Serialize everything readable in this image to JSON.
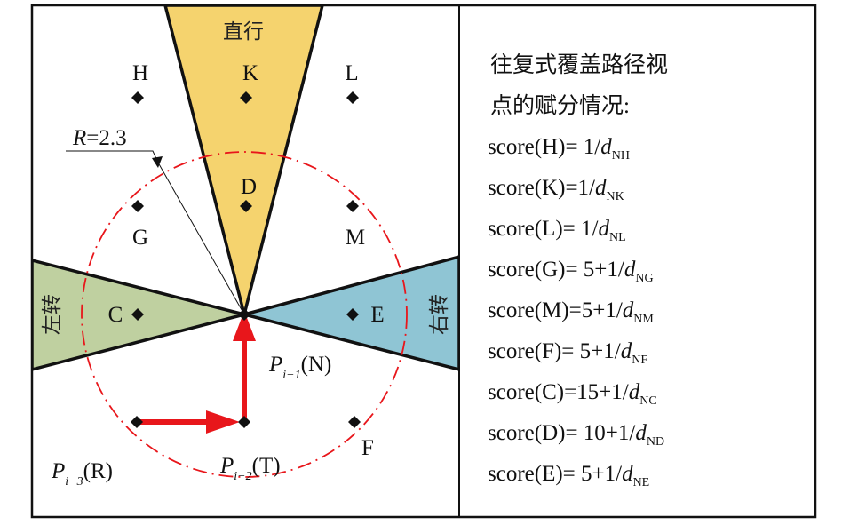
{
  "diagram": {
    "sectors": {
      "straight": {
        "label": "直行",
        "color": "#F5D36E"
      },
      "left": {
        "label": "左转",
        "color": "#BFD0A0"
      },
      "right": {
        "label": "右转",
        "color": "#8FC5D4"
      }
    },
    "radius_label": {
      "symbol": "R",
      "equals": "=2.3"
    },
    "points": [
      {
        "id": "H",
        "label": "H"
      },
      {
        "id": "K",
        "label": "K"
      },
      {
        "id": "L",
        "label": "L"
      },
      {
        "id": "D",
        "label": "D"
      },
      {
        "id": "G",
        "label": "G"
      },
      {
        "id": "M",
        "label": "M"
      },
      {
        "id": "C",
        "label": "C"
      },
      {
        "id": "E",
        "label": "E"
      },
      {
        "id": "F",
        "label": "F"
      }
    ],
    "path_points": {
      "current": {
        "symbol": "P",
        "sub": "i−1",
        "tag": "(N)"
      },
      "previous": {
        "symbol": "P",
        "sub": "i−2",
        "tag": "(T)"
      },
      "start": {
        "symbol": "P",
        "sub": "i−3",
        "tag": "(R)"
      }
    },
    "colors": {
      "arrow": "#E8161B",
      "circle": "#E8161B",
      "border": "#111111"
    }
  },
  "panel": {
    "title_line1": "往复式覆盖路径视",
    "title_line2": "点的赋分情况:",
    "scores": [
      {
        "prefix": "score(H)= 1/",
        "var": "d",
        "sub": "NH"
      },
      {
        "prefix": "score(K)=1/",
        "var": "d",
        "sub": "NK"
      },
      {
        "prefix": "score(L)= 1/",
        "var": "d",
        "sub": "NL"
      },
      {
        "prefix": "score(G)= 5+1/",
        "var": "d",
        "sub": "NG"
      },
      {
        "prefix": "score(M)=5+1/",
        "var": "d",
        "sub": "NM"
      },
      {
        "prefix": "score(F)= 5+1/",
        "var": "d",
        "sub": "NF"
      },
      {
        "prefix": "score(C)=15+1/",
        "var": "d",
        "sub": "NC"
      },
      {
        "prefix": "score(D)= 10+1/",
        "var": "d",
        "sub": "ND"
      },
      {
        "prefix": "score(E)= 5+1/",
        "var": "d",
        "sub": "NE"
      }
    ]
  }
}
